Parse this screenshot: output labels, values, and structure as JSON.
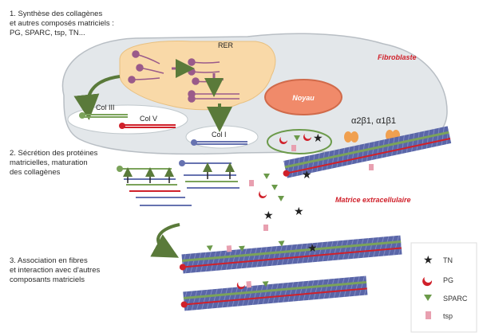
{
  "steps": {
    "step1": {
      "line1": "1. Synthèse des collagènes",
      "line2": "et autres composés matriciels :",
      "line3": "PG, SPARC, tsp, TN..."
    },
    "step2": {
      "line1": "2. Sécrétion des protéines",
      "line2": "matricielles, maturation",
      "line3": "des collagènes"
    },
    "step3": {
      "line1": "3. Association en fibres",
      "line2": "et interaction avec d'autres",
      "line3": "composants matriciels"
    }
  },
  "labels": {
    "rer": "RER",
    "fibroblast": "Fibroblaste",
    "nucleus": "Noyau",
    "col3": "Col III",
    "col5": "Col V",
    "col1": "Col I",
    "integrins": "α2β1, α1β1",
    "matrix": "Matrice extracellulaire"
  },
  "legend": [
    {
      "symbol": "star",
      "label": "TN",
      "color": "#222222"
    },
    {
      "symbol": "crescent",
      "label": "PG",
      "color": "#d0202a"
    },
    {
      "symbol": "triangle",
      "label": "SPARC",
      "color": "#6b9a4a"
    },
    {
      "symbol": "rect",
      "label": "tsp",
      "color": "#e8a0b0"
    }
  ],
  "colors": {
    "cell": "#e3e7ea",
    "rer": "#f9d9a8",
    "nucleus": "#f08a6a",
    "collagen_blue": "#6672b0",
    "collagen_green": "#7ba35a",
    "accent_red": "#d0202a",
    "arrow_green": "#5a7a3a"
  }
}
